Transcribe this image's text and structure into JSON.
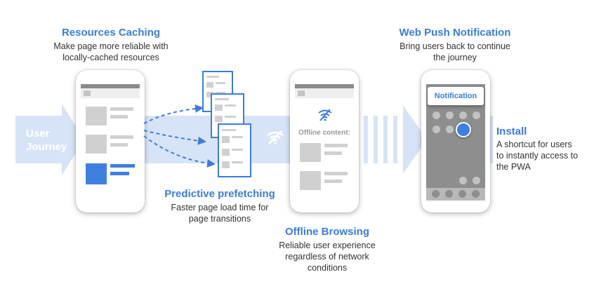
{
  "user_journey": {
    "line1": "User",
    "line2": "Journey"
  },
  "resources_caching": {
    "title": "Resources Caching",
    "desc_lines": [
      "Make page more reliable with",
      "locally-cached resources"
    ]
  },
  "predictive_prefetching": {
    "title": "Predictive prefetching",
    "desc_lines": [
      "Faster page load time for",
      "page transitions"
    ]
  },
  "offline_browsing": {
    "title": "Offline Browsing",
    "offline_label": "Offline content:",
    "desc_lines": [
      "Reliable user experience",
      "regardless of network",
      "conditions"
    ]
  },
  "web_push": {
    "title": "Web Push Notification",
    "notification_label": "Notification",
    "desc_lines": [
      "Bring users back to continue",
      "the journey"
    ]
  },
  "install": {
    "title": "Install",
    "desc_lines": [
      "A shortcut for users",
      "to instantly access to",
      "the PWA"
    ]
  },
  "colors": {
    "accent": "#3b7ddd",
    "band": "#d7e4f7",
    "band_text": "#ffffff",
    "placeholder": "#d0d0d0",
    "highlight": "#3f7fe0"
  },
  "icons": [
    "wifi-off-icon",
    "wifi-off-icon",
    "notification-icon",
    "app-icon"
  ]
}
